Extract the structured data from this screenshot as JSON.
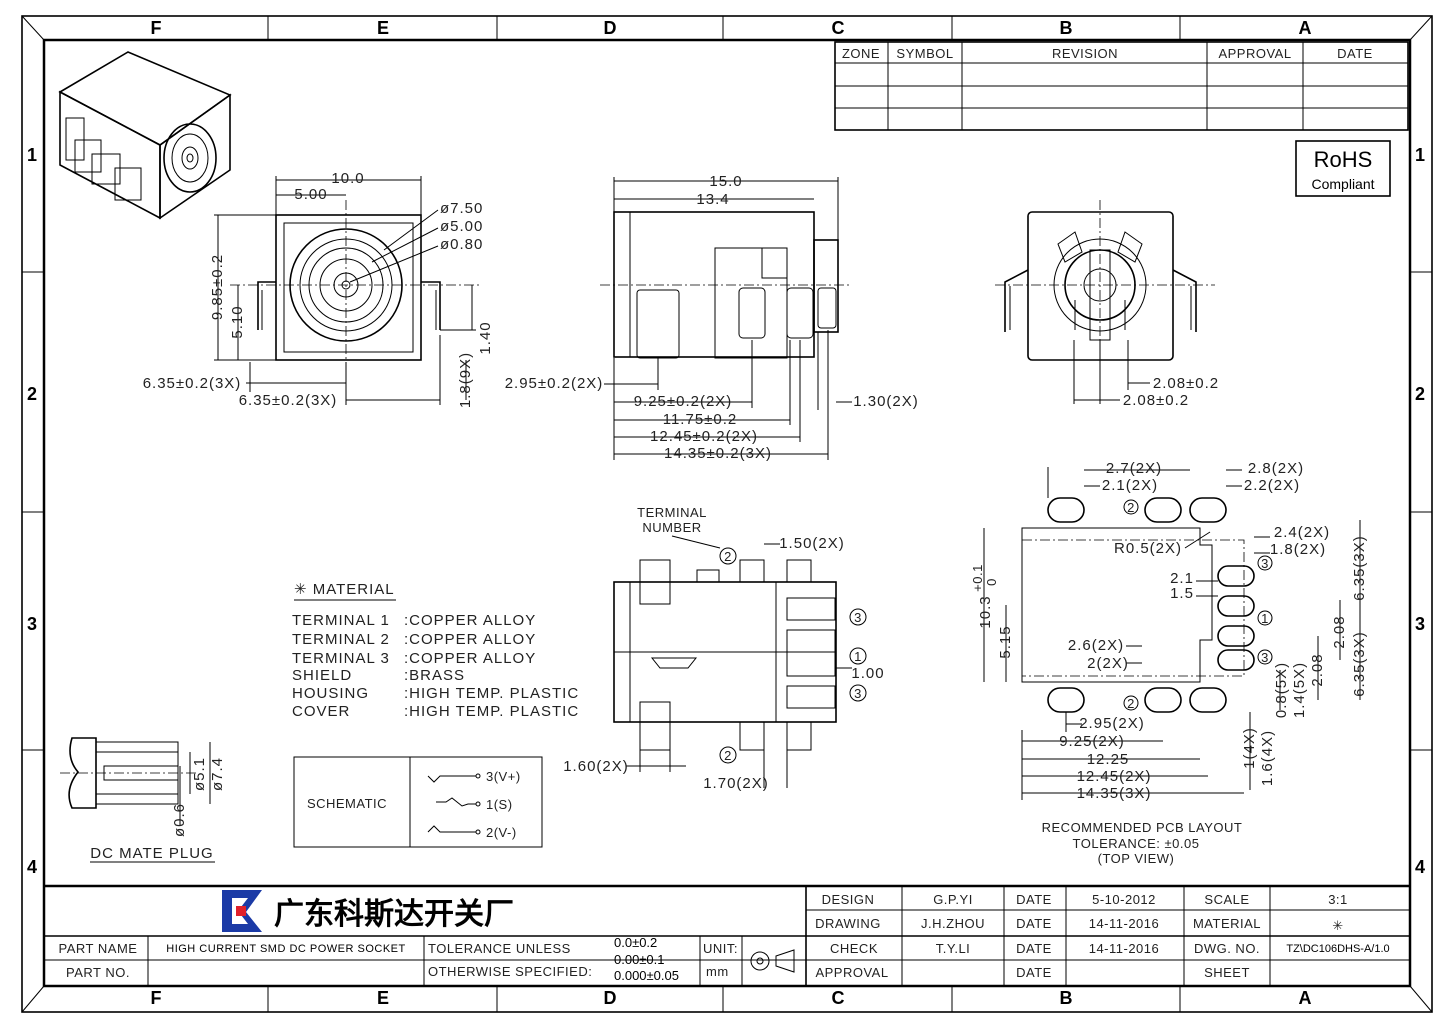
{
  "border": {
    "columns": [
      "F",
      "E",
      "D",
      "C",
      "B",
      "A"
    ],
    "rows": [
      "1",
      "2",
      "3",
      "4"
    ]
  },
  "revision_table": {
    "headers": [
      "ZONE",
      "SYMBOL",
      "REVISION",
      "APPROVAL",
      "DATE"
    ]
  },
  "rohs": {
    "line1": "RoHS",
    "line2": "Compliant"
  },
  "front_view": {
    "width": "10.0",
    "inner_width": "5.00",
    "dia_outer": "ø7.50",
    "dia_mid": "ø5.00",
    "dia_pin": "ø0.80",
    "height": "9.85±0.2",
    "center_height": "5.10",
    "tab_height": "1.40",
    "pin_len": "1.8(9X)",
    "pos_a": "6.35±0.2(3X)",
    "pos_b": "6.35±0.2(3X)"
  },
  "side_view": {
    "total": "15.0",
    "body": "13.4",
    "d1": "2.95±0.2(2X)",
    "d2": "9.25±0.2(2X)",
    "d3": "11.75±0.2",
    "d4": "12.45±0.2(2X)",
    "d5": "14.35±0.2(3X)",
    "pin_w": "1.30(2X)"
  },
  "rear_view": {
    "d1": "2.08±0.2",
    "d2": "2.08±0.2"
  },
  "bottom_view": {
    "terminal_label": "TERMINAL",
    "number_label": "NUMBER",
    "d_top": "1.50(2X)",
    "d_mid": "1.00",
    "d_left": "1.60(2X)",
    "d_bottom": "1.70(2X)",
    "n1": "1",
    "n2": "2",
    "n3": "3"
  },
  "pcb": {
    "d1": "2.7(2X)",
    "d2": "2.1(2X)",
    "d3": "2.8(2X)",
    "d4": "2.2(2X)",
    "r": "R0.5(2X)",
    "d5": "2.4(2X)",
    "d6": "1.8(2X)",
    "d7": "6.35(3X)",
    "d8": "2.1",
    "d9": "1.5",
    "d10": "10.3",
    "d10tol": "+0.1",
    "d10tol2": "0",
    "d11": "5.15",
    "d12": "2.6(2X)",
    "d13": "2(2X)",
    "d14": "2.08",
    "d15": "2.08",
    "d16": "6.35(3X)",
    "d17": "0.8(5X)",
    "d18": "1.4(5X)",
    "d19": "2.95(2X)",
    "d20": "9.25(2X)",
    "d21": "12.25",
    "d22": "12.45(2X)",
    "d23": "14.35(3X)",
    "d24": "1(4X)",
    "d25": "1.6(4X)",
    "caption1": "RECOMMENDED PCB LAYOUT",
    "caption2": "TOLERANCE: ±0.05",
    "caption3": "(TOP VIEW)"
  },
  "material": {
    "title": "✳ MATERIAL",
    "items": [
      {
        "part": "TERMINAL 1",
        "mat": ":COPPER ALLOY"
      },
      {
        "part": "TERMINAL 2",
        "mat": ":COPPER ALLOY"
      },
      {
        "part": "TERMINAL 3",
        "mat": ":COPPER ALLOY"
      },
      {
        "part": "SHIELD",
        "mat": ":BRASS"
      },
      {
        "part": "HOUSING",
        "mat": ":HIGH TEMP. PLASTIC"
      },
      {
        "part": "COVER",
        "mat": ":HIGH TEMP. PLASTIC"
      }
    ]
  },
  "schematic": {
    "label": "SCHEMATIC",
    "p3": "3(V+)",
    "p1": "1(S)",
    "p2": "2(V-)"
  },
  "plug": {
    "label": "DC MATE PLUG",
    "d1": "ø5.1",
    "d2": "ø7.4",
    "d3": "ø0.6"
  },
  "title_block": {
    "company": "广东科斯达开关厂",
    "part_name_label": "PART NAME",
    "part_name": "HIGH CURRENT SMD DC POWER SOCKET",
    "part_no_label": "PART NO.",
    "tol_line1": "TOLERANCE UNLESS",
    "tol_line2": "OTHERWISE SPECIFIED:",
    "tol_a": "0.0±0.2",
    "tol_b": "0.00±0.1",
    "tol_c": "0.000±0.05",
    "unit_label": "UNIT:",
    "unit": "mm",
    "design_label": "DESIGN",
    "design": "G.P.YI",
    "drawing_label": "DRAWING",
    "drawing": "J.H.ZHOU",
    "check_label": "CHECK",
    "check": "T.Y.LI",
    "approval_label": "APPROVAL",
    "date_label": "DATE",
    "date1": "5-10-2012",
    "date2": "14-11-2016",
    "date3": "14-11-2016",
    "scale_label": "SCALE",
    "scale": "3:1",
    "material_label": "MATERIAL",
    "material": "✳",
    "dwg_label": "DWG. NO.",
    "dwg": "TZ\\DC106DHS-A/1.0",
    "sheet_label": "SHEET"
  }
}
